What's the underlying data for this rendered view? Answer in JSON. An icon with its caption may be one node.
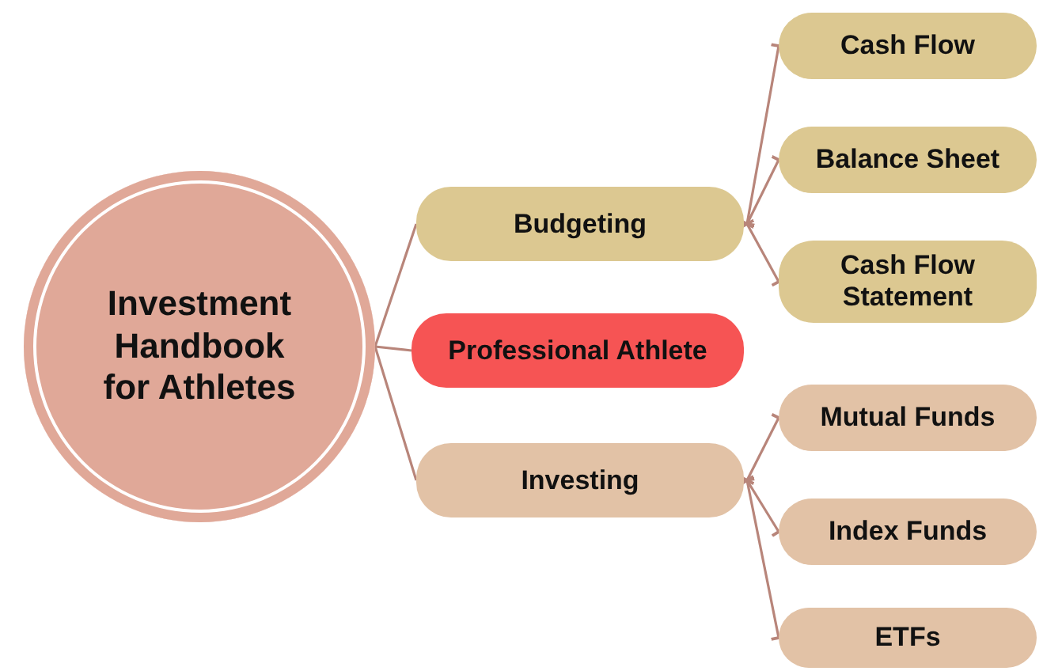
{
  "diagram": {
    "nodes": [
      {
        "text": [
          "Investment Handbook for Athletes"
        ]
      },
      {
        "text": [
          "Budgeting"
        ]
      },
      {
        "text": [
          "Professional Athlete"
        ]
      },
      {
        "text": [
          "Investing"
        ]
      },
      {
        "text": [
          "Cash Flow"
        ]
      },
      {
        "text": [
          "Balance Sheet"
        ]
      },
      {
        "text": [
          "Cash Flow Statement"
        ]
      },
      {
        "text": [
          "Mutual Funds"
        ]
      },
      {
        "text": [
          "Index Funds"
        ]
      },
      {
        "text": [
          "ETFs"
        ]
      }
    ],
    "edges": [
      {
        "from": 0,
        "to": 1,
        "arrow": "none"
      },
      {
        "from": 0,
        "to": 2,
        "arrow": "none"
      },
      {
        "from": 0,
        "to": 3,
        "arrow": "none"
      },
      {
        "from": 1,
        "to": 4,
        "arrow": "other"
      },
      {
        "from": 1,
        "to": 5,
        "arrow": "other"
      },
      {
        "from": 1,
        "to": 6,
        "arrow": "other"
      },
      {
        "from": 3,
        "to": 7,
        "arrow": "other"
      },
      {
        "from": 3,
        "to": 8,
        "arrow": "other"
      },
      {
        "from": 3,
        "to": 9,
        "arrow": "other"
      }
    ]
  }
}
